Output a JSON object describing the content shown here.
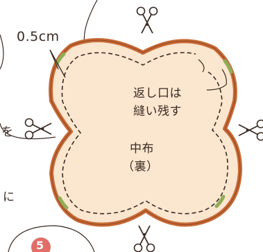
{
  "labels": {
    "seam_allowance": "0.5cm",
    "opening_line1": "返し口は",
    "opening_line2": "縫い残す",
    "fabric_line1": "中布",
    "fabric_line2": "（裏）",
    "left_char_wo": "を",
    "left_char_ni": "に",
    "step_number": "5"
  },
  "icons": [
    "scissors-icon-top",
    "scissors-icon-left",
    "scissors-icon-right",
    "scissors-icon-bottom"
  ],
  "colors": {
    "fabric_outline": "#c96a35",
    "fabric_fill": "#fbe6cf",
    "stitch_line": "#3a2a22",
    "opening_mark": "#8fae57",
    "step_badge": "#e26d67",
    "ink": "#3a2a22"
  }
}
